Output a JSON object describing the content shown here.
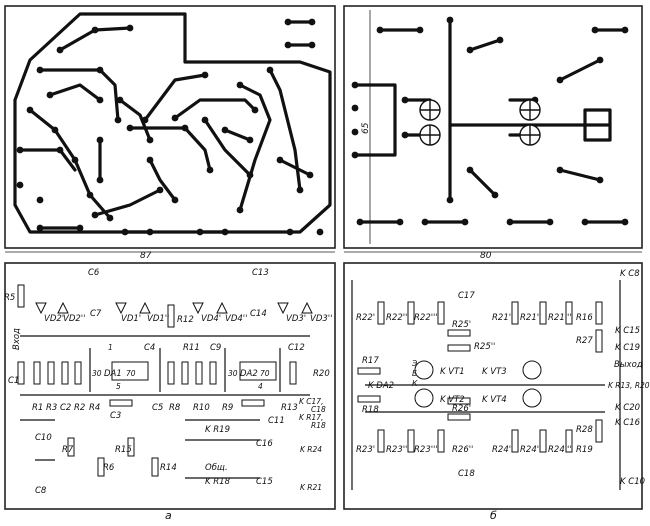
{
  "dimensions": {
    "left_width": "87",
    "right_width": "80",
    "right_height": "65"
  },
  "captions": {
    "left": "a",
    "right": "б"
  },
  "panel_a_labels": {
    "vhod": "Вход",
    "r5": "R5",
    "vd2p": "VD2'",
    "vd2pp": "VD2''",
    "c6": "C6",
    "c7": "C7",
    "vd1p": "VD1'",
    "vd1pp": "VD1''",
    "r12": "R12",
    "vd4p": "VD4'",
    "vd4pp": "VD4''",
    "c13": "C13",
    "c14": "C14",
    "vd3p": "VD3'",
    "vd3pp": "VD3''",
    "c1": "C1",
    "c4": "C4",
    "da1": "DA1",
    "r11": "R11",
    "c9": "C9",
    "da2": "DA2",
    "c12": "C12",
    "r20": "R20",
    "r1": "R1",
    "r3": "R3",
    "c2": "C2",
    "r2": "R2",
    "r4": "R4",
    "c3": "C3",
    "c5": "C5",
    "r8": "R8",
    "r10": "R10",
    "r9": "R9",
    "c11": "C11",
    "r13": "R13",
    "kc17": "K C17,",
    "c18": "C18",
    "kr17": "K R17,",
    "r18": "R18",
    "c10": "C10",
    "r7": "R7",
    "r15": "R15",
    "kr19": "K R19",
    "c16": "C16",
    "kr24": "K R24",
    "r6": "R6",
    "r14": "R14",
    "obsh": "Общ.",
    "kr18": "K R18",
    "c15": "C15",
    "kr21": "K R21",
    "c8": "C8",
    "pin1": "1",
    "pin5": "5",
    "pin70a": "70",
    "pin70b": "70",
    "pin30a": "30",
    "pin30b": "30",
    "pin4": "4"
  },
  "panel_b_labels": {
    "kc8": "K C8",
    "c17": "C17",
    "r22p": "R22'",
    "r22pp": "R22''",
    "r22ppp": "R22'''",
    "r21p": "R21'",
    "r21pp": "R21''",
    "r21ppp": "R21'''",
    "r16": "R16",
    "kc15": "K C15",
    "r25p": "R25'",
    "r27": "R27",
    "kc19": "K C19",
    "r25pp": "R25''",
    "vyhod": "Выход",
    "r17": "R17",
    "kvt1": "K VT1",
    "kvt3": "K VT3",
    "kr13r20": "K R13, R20",
    "kda2": "K DA2",
    "kvt2": "K VT2",
    "kvt4": "K VT4",
    "r18": "R18",
    "r26p": "R26'",
    "kc20": "K C20",
    "r23p": "R23'",
    "r23pp": "R23''",
    "r23ppp": "R23'''",
    "r24p": "R24'",
    "r24pp": "R24''",
    "r24ppp": "R24'''",
    "r19": "R19",
    "r28": "R28",
    "kc16": "K C16",
    "r26pp": "R26''",
    "c18": "C18",
    "kc10": "K C10",
    "pin_e": "Э",
    "pin_b": "Б",
    "pin_k": "К"
  }
}
